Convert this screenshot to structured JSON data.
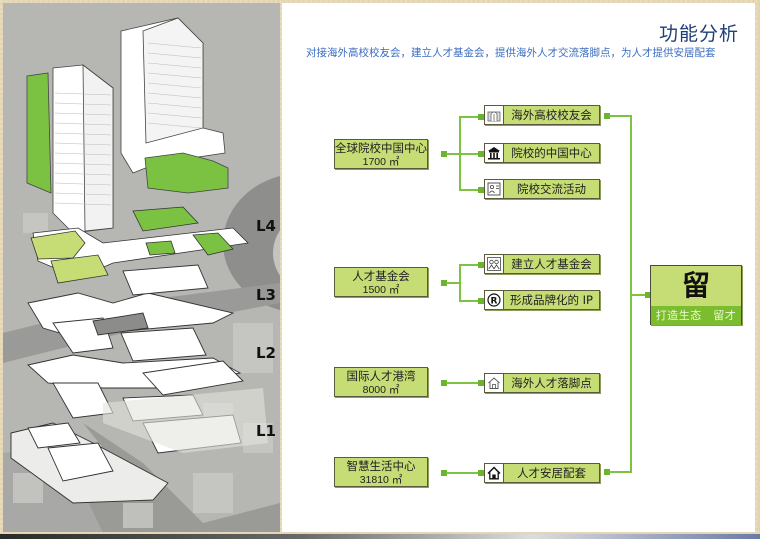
{
  "header": {
    "title": "功能分析",
    "subtitle": "对接海外高校校友会，建立人才基金会，提供海外人才交流落脚点，为人才提供安居配套"
  },
  "diagram": {
    "levels": [
      "L4",
      "L3",
      "L2",
      "L1"
    ],
    "sources": [
      {
        "name": "全球院校中国中心",
        "area": "1700 ㎡"
      },
      {
        "name": "人才基金会",
        "area": "1500 ㎡"
      },
      {
        "name": "国际人才港湾",
        "area": "8000 ㎡"
      },
      {
        "name": "智慧生活中心",
        "area": "31810 ㎡"
      }
    ],
    "functions": [
      {
        "label": "海外高校校友会",
        "icon": "university-building-icon"
      },
      {
        "label": "院校的中国中心",
        "icon": "institution-icon"
      },
      {
        "label": "院校交流活动",
        "icon": "exchange-activity-icon"
      },
      {
        "label": "建立人才基金会",
        "icon": "people-icon"
      },
      {
        "label": "形成品牌化的 IP",
        "icon": "registered-trademark-icon"
      },
      {
        "label": "海外人才落脚点",
        "icon": "home-outline-icon"
      },
      {
        "label": "人才安居配套",
        "icon": "home-icon"
      }
    ],
    "result": {
      "character": "留",
      "tagline": "打造生态　留才"
    }
  },
  "colors": {
    "box_fill": "#c6dc74",
    "connector": "#7ec242",
    "title": "#1f3f78",
    "subtitle": "#3b6cc0",
    "tag_fill": "#7bbd2e"
  }
}
